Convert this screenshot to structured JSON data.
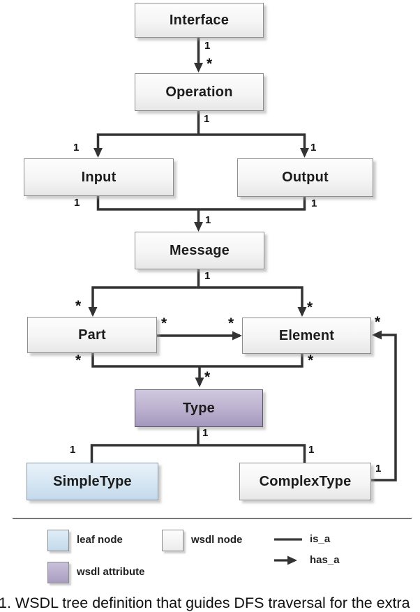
{
  "diagram": {
    "title_hint": "WSDL tree definition diagram",
    "nodes": {
      "interface": {
        "label": "Interface",
        "kind": "wsdl node"
      },
      "operation": {
        "label": "Operation",
        "kind": "wsdl node"
      },
      "input": {
        "label": "Input",
        "kind": "wsdl node"
      },
      "output": {
        "label": "Output",
        "kind": "wsdl node"
      },
      "message": {
        "label": "Message",
        "kind": "wsdl node"
      },
      "part": {
        "label": "Part",
        "kind": "wsdl node"
      },
      "element": {
        "label": "Element",
        "kind": "wsdl node"
      },
      "type": {
        "label": "Type",
        "kind": "wsdl attribute"
      },
      "simple_type": {
        "label": "SimpleType",
        "kind": "leaf node"
      },
      "complex_type": {
        "label": "ComplexType",
        "kind": "wsdl node"
      }
    },
    "edges": [
      {
        "from": "Interface",
        "to": "Operation",
        "relation": "has_a",
        "from_card": "1",
        "to_card": "*"
      },
      {
        "from": "Operation",
        "to": "Input",
        "relation": "has_a",
        "from_card": "1",
        "to_card": "1"
      },
      {
        "from": "Operation",
        "to": "Output",
        "relation": "has_a",
        "from_card": "1",
        "to_card": "1"
      },
      {
        "from": "Input",
        "to": "Message",
        "relation": "has_a",
        "from_card": "1",
        "to_card": "1"
      },
      {
        "from": "Output",
        "to": "Message",
        "relation": "has_a",
        "from_card": "1",
        "to_card": "1"
      },
      {
        "from": "Message",
        "to": "Part",
        "relation": "has_a",
        "from_card": "1",
        "to_card": "*"
      },
      {
        "from": "Message",
        "to": "Element",
        "relation": "has_a",
        "from_card": "1",
        "to_card": "*"
      },
      {
        "from": "Part",
        "to": "Element",
        "relation": "has_a",
        "from_card": "*",
        "to_card": "*"
      },
      {
        "from": "Part",
        "to": "Type",
        "relation": "has_a",
        "from_card": "*",
        "to_card": "*"
      },
      {
        "from": "Element",
        "to": "Type",
        "relation": "has_a",
        "from_card": "*",
        "to_card": "*"
      },
      {
        "from": "Type",
        "to": "SimpleType",
        "relation": "is_a",
        "from_card": "1",
        "to_card": "1"
      },
      {
        "from": "Type",
        "to": "ComplexType",
        "relation": "is_a",
        "from_card": "1",
        "to_card": "1"
      },
      {
        "from": "ComplexType",
        "to": "Element",
        "relation": "has_a",
        "from_card": "1",
        "to_card": "*"
      }
    ],
    "multiplicities": [
      "1",
      "*",
      "1",
      "1",
      "1",
      "1",
      "1",
      "1",
      "1",
      "*",
      "*",
      "*",
      "*",
      "*",
      "*",
      "*",
      "*",
      "1",
      "1",
      "1",
      "1"
    ],
    "legend": {
      "leaf_node": "leaf node",
      "wsdl_node": "wsdl node",
      "wsdl_attribute": "wsdl attribute",
      "is_a": "is_a",
      "has_a": "has_a"
    },
    "caption": "1. WSDL tree definition that guides DFS traversal for the extra",
    "colors": {
      "leaf_node_fill": "#c3d9eb",
      "wsdl_node_fill": "#f0f0f0",
      "wsdl_attribute_fill": "#b0a3c6",
      "connector": "#333333"
    }
  }
}
